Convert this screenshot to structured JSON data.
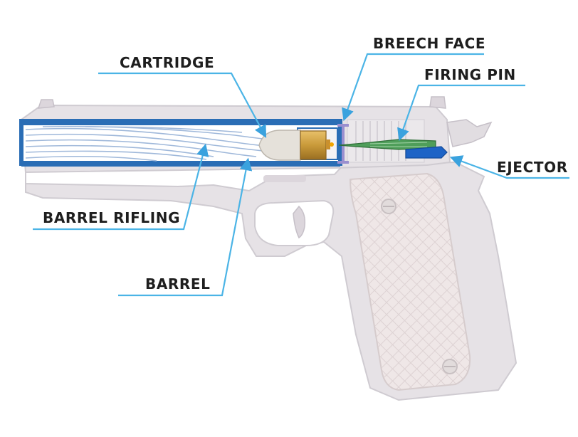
{
  "labels": {
    "cartridge": "CARTRIDGE",
    "breech_face": "BREECH FACE",
    "firing_pin": "FIRING PIN",
    "ejector": "EJECTOR",
    "barrel_rifling": "BARREL RIFLING",
    "barrel": "BARREL"
  },
  "colors": {
    "pistol_body": "#e6e2e6",
    "pistol_shadow": "#cfcbd1",
    "barrel_blue": "#2a6db5",
    "callout_line": "#4bb4e6",
    "arrow": "#3aa2de",
    "grip": "#efe7e7",
    "brass": "#c99a3a",
    "bullet": "#e5e1da",
    "firing_pin_green": "#3f8f4a",
    "breech_face_purple": "#9a8fcf"
  }
}
